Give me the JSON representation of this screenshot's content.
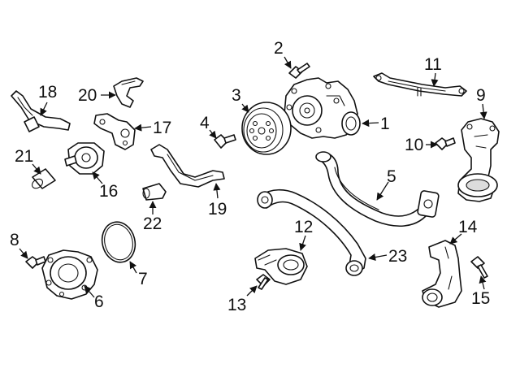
{
  "callouts": {
    "c1": "1",
    "c2": "2",
    "c3": "3",
    "c4": "4",
    "c5": "5",
    "c6": "6",
    "c7": "7",
    "c8": "8",
    "c9": "9",
    "c10": "10",
    "c11": "11",
    "c12": "12",
    "c13": "13",
    "c14": "14",
    "c15": "15",
    "c16": "16",
    "c17": "17",
    "c18": "18",
    "c19": "19",
    "c20": "20",
    "c21": "21",
    "c22": "22",
    "c23": "23"
  },
  "colors": {
    "ink": "#111111",
    "background": "#ffffff"
  }
}
